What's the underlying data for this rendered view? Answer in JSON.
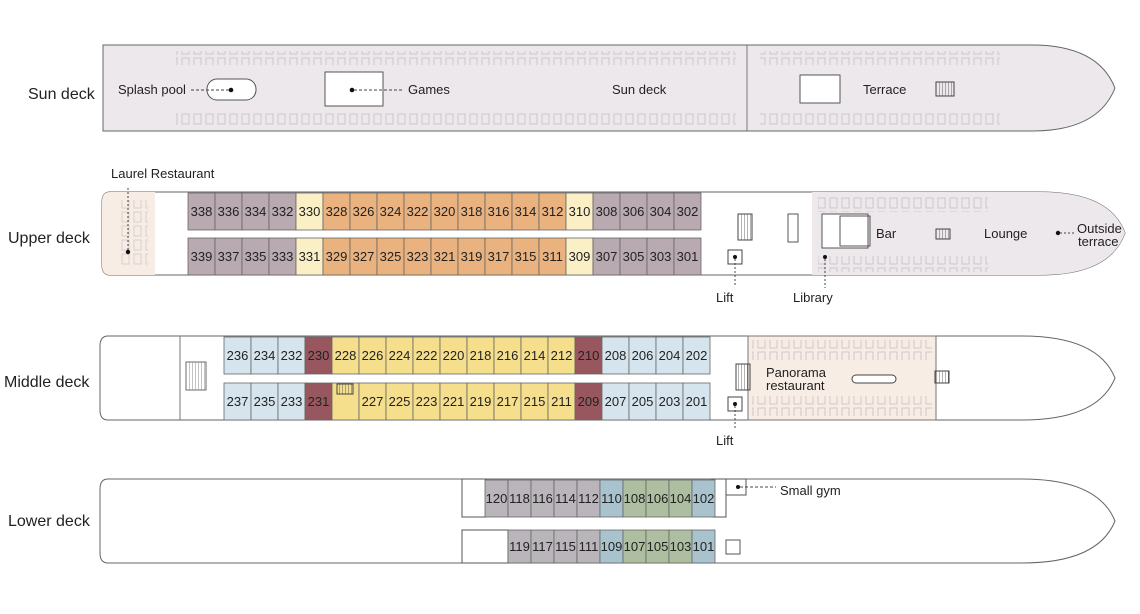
{
  "decks": {
    "sun": {
      "label": "Sun deck"
    },
    "upper": {
      "label": "Upper deck"
    },
    "middle": {
      "label": "Middle deck"
    },
    "lower": {
      "label": "Lower deck"
    }
  },
  "areas": {
    "splash_pool": "Splash pool",
    "games": "Games",
    "sun_deck": "Sun deck",
    "terrace": "Terrace",
    "laurel_restaurant": "Laurel Restaurant",
    "bar": "Bar",
    "lounge": "Lounge",
    "outside_terrace": [
      "Outside",
      "terrace"
    ],
    "lift": "Lift",
    "library": "Library",
    "panorama_restaurant": [
      "Panorama",
      "restaurant"
    ],
    "small_gym": "Small gym"
  },
  "colors": {
    "hull_fill": "#ede8ec",
    "upper_cat_a": "#b9a9b1",
    "upper_cat_b": "#fbefc6",
    "upper_cat_c": "#eab27f",
    "middle_cat_a": "#d6e4ee",
    "middle_cat_b": "#98575f",
    "middle_cat_c": "#f5df8c",
    "lower_cat_a": "#b9b5ba",
    "lower_cat_b": "#a8c3cd",
    "lower_cat_c": "#adbfa0",
    "restaurant_fill": "#f8ede4"
  },
  "cabins": {
    "upper_top": [
      {
        "n": "338",
        "c": "upper_cat_a"
      },
      {
        "n": "336",
        "c": "upper_cat_a"
      },
      {
        "n": "334",
        "c": "upper_cat_a"
      },
      {
        "n": "332",
        "c": "upper_cat_a"
      },
      {
        "n": "330",
        "c": "upper_cat_b"
      },
      {
        "n": "328",
        "c": "upper_cat_c"
      },
      {
        "n": "326",
        "c": "upper_cat_c"
      },
      {
        "n": "324",
        "c": "upper_cat_c"
      },
      {
        "n": "322",
        "c": "upper_cat_c"
      },
      {
        "n": "320",
        "c": "upper_cat_c"
      },
      {
        "n": "318",
        "c": "upper_cat_c"
      },
      {
        "n": "316",
        "c": "upper_cat_c"
      },
      {
        "n": "314",
        "c": "upper_cat_c"
      },
      {
        "n": "312",
        "c": "upper_cat_c"
      },
      {
        "n": "310",
        "c": "upper_cat_b"
      },
      {
        "n": "308",
        "c": "upper_cat_a"
      },
      {
        "n": "306",
        "c": "upper_cat_a"
      },
      {
        "n": "304",
        "c": "upper_cat_a"
      },
      {
        "n": "302",
        "c": "upper_cat_a"
      }
    ],
    "upper_bottom": [
      {
        "n": "339",
        "c": "upper_cat_a"
      },
      {
        "n": "337",
        "c": "upper_cat_a"
      },
      {
        "n": "335",
        "c": "upper_cat_a"
      },
      {
        "n": "333",
        "c": "upper_cat_a"
      },
      {
        "n": "331",
        "c": "upper_cat_b"
      },
      {
        "n": "329",
        "c": "upper_cat_c"
      },
      {
        "n": "327",
        "c": "upper_cat_c"
      },
      {
        "n": "325",
        "c": "upper_cat_c"
      },
      {
        "n": "323",
        "c": "upper_cat_c"
      },
      {
        "n": "321",
        "c": "upper_cat_c"
      },
      {
        "n": "319",
        "c": "upper_cat_c"
      },
      {
        "n": "317",
        "c": "upper_cat_c"
      },
      {
        "n": "315",
        "c": "upper_cat_c"
      },
      {
        "n": "311",
        "c": "upper_cat_c"
      },
      {
        "n": "309",
        "c": "upper_cat_b"
      },
      {
        "n": "307",
        "c": "upper_cat_a"
      },
      {
        "n": "305",
        "c": "upper_cat_a"
      },
      {
        "n": "303",
        "c": "upper_cat_a"
      },
      {
        "n": "301",
        "c": "upper_cat_a"
      }
    ],
    "middle_top": [
      {
        "n": "236",
        "c": "middle_cat_a"
      },
      {
        "n": "234",
        "c": "middle_cat_a"
      },
      {
        "n": "232",
        "c": "middle_cat_a"
      },
      {
        "n": "230",
        "c": "middle_cat_b"
      },
      {
        "n": "228",
        "c": "middle_cat_c"
      },
      {
        "n": "226",
        "c": "middle_cat_c"
      },
      {
        "n": "224",
        "c": "middle_cat_c"
      },
      {
        "n": "222",
        "c": "middle_cat_c"
      },
      {
        "n": "220",
        "c": "middle_cat_c"
      },
      {
        "n": "218",
        "c": "middle_cat_c"
      },
      {
        "n": "216",
        "c": "middle_cat_c"
      },
      {
        "n": "214",
        "c": "middle_cat_c"
      },
      {
        "n": "212",
        "c": "middle_cat_c"
      },
      {
        "n": "210",
        "c": "middle_cat_b"
      },
      {
        "n": "208",
        "c": "middle_cat_a"
      },
      {
        "n": "206",
        "c": "middle_cat_a"
      },
      {
        "n": "204",
        "c": "middle_cat_a"
      },
      {
        "n": "202",
        "c": "middle_cat_a"
      }
    ],
    "middle_bottom": [
      {
        "n": "237",
        "c": "middle_cat_a"
      },
      {
        "n": "235",
        "c": "middle_cat_a"
      },
      {
        "n": "233",
        "c": "middle_cat_a"
      },
      {
        "n": "231",
        "c": "middle_cat_b"
      },
      {
        "n": "",
        "c": "middle_cat_c"
      },
      {
        "n": "227",
        "c": "middle_cat_c"
      },
      {
        "n": "225",
        "c": "middle_cat_c"
      },
      {
        "n": "223",
        "c": "middle_cat_c"
      },
      {
        "n": "221",
        "c": "middle_cat_c"
      },
      {
        "n": "219",
        "c": "middle_cat_c"
      },
      {
        "n": "217",
        "c": "middle_cat_c"
      },
      {
        "n": "215",
        "c": "middle_cat_c"
      },
      {
        "n": "211",
        "c": "middle_cat_c"
      },
      {
        "n": "209",
        "c": "middle_cat_b"
      },
      {
        "n": "207",
        "c": "middle_cat_a"
      },
      {
        "n": "205",
        "c": "middle_cat_a"
      },
      {
        "n": "203",
        "c": "middle_cat_a"
      },
      {
        "n": "201",
        "c": "middle_cat_a"
      }
    ],
    "lower_top": [
      {
        "n": "120",
        "c": "lower_cat_a"
      },
      {
        "n": "118",
        "c": "lower_cat_a"
      },
      {
        "n": "116",
        "c": "lower_cat_a"
      },
      {
        "n": "114",
        "c": "lower_cat_a"
      },
      {
        "n": "112",
        "c": "lower_cat_a"
      },
      {
        "n": "110",
        "c": "lower_cat_b"
      },
      {
        "n": "108",
        "c": "lower_cat_c"
      },
      {
        "n": "106",
        "c": "lower_cat_c"
      },
      {
        "n": "104",
        "c": "lower_cat_c"
      },
      {
        "n": "102",
        "c": "lower_cat_b"
      }
    ],
    "lower_bottom": [
      {
        "n": "119",
        "c": "lower_cat_a"
      },
      {
        "n": "117",
        "c": "lower_cat_a"
      },
      {
        "n": "115",
        "c": "lower_cat_a"
      },
      {
        "n": "111",
        "c": "lower_cat_a"
      },
      {
        "n": "109",
        "c": "lower_cat_b"
      },
      {
        "n": "107",
        "c": "lower_cat_c"
      },
      {
        "n": "105",
        "c": "lower_cat_c"
      },
      {
        "n": "103",
        "c": "lower_cat_c"
      },
      {
        "n": "101",
        "c": "lower_cat_b"
      }
    ]
  }
}
